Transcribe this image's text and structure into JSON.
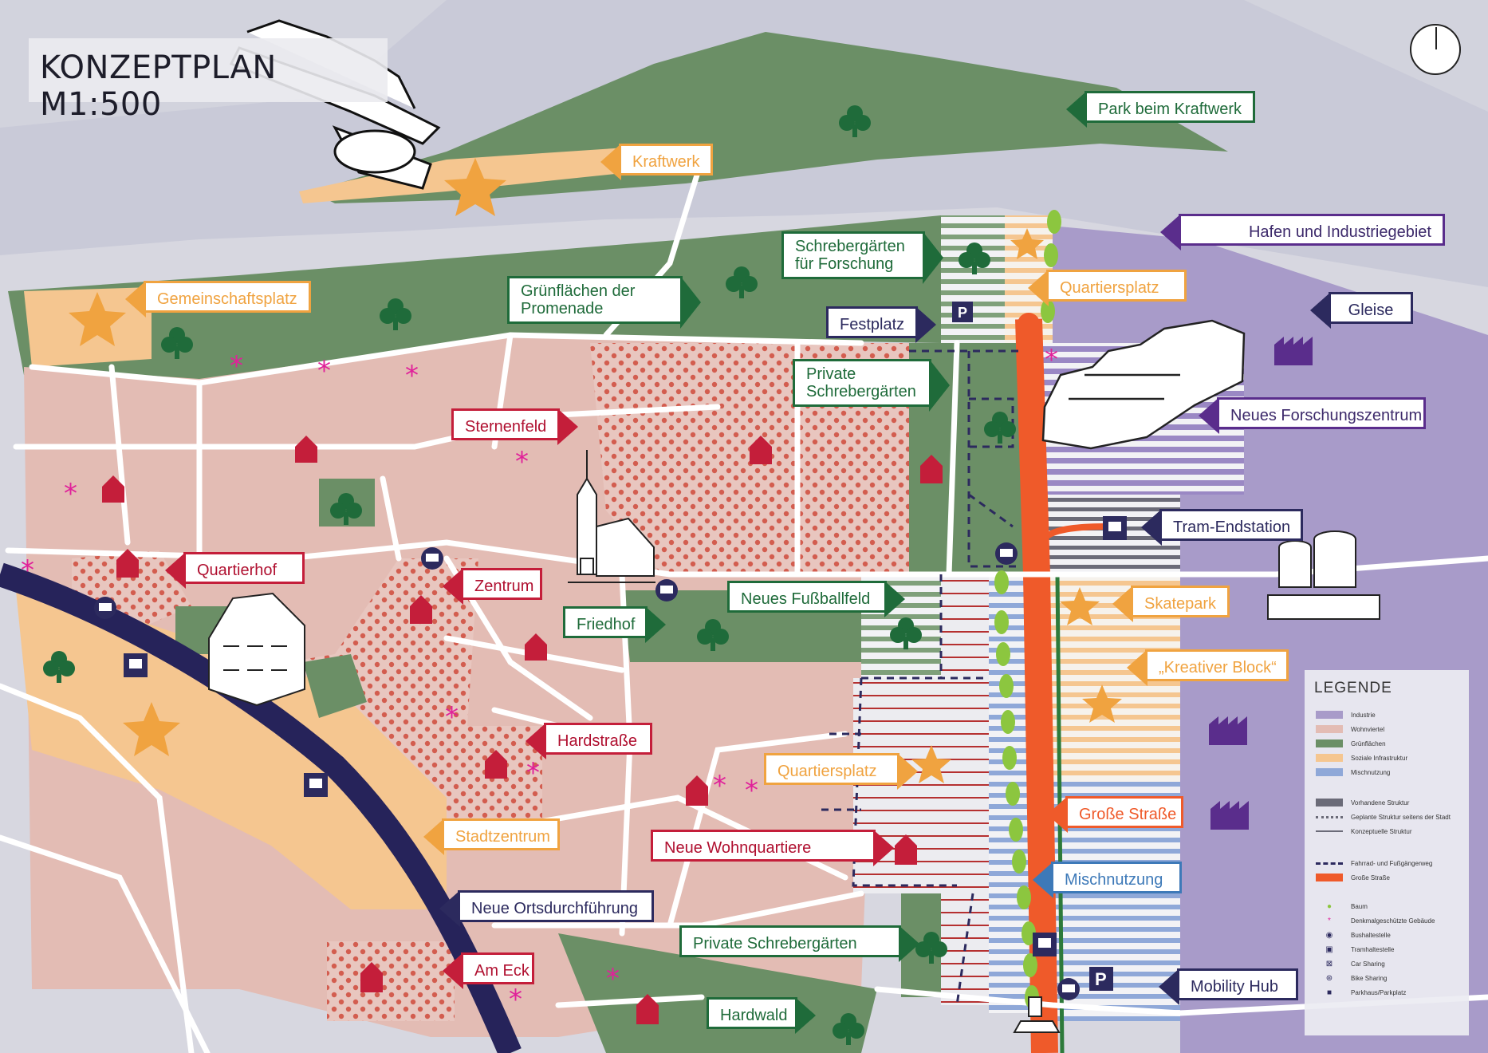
{
  "title": "KONZEPTPLAN M1:500",
  "labels": {
    "park_kraftwerk": "Park beim Kraftwerk",
    "kraftwerk": "Kraftwerk",
    "hafen": "Hafen und Industriegebiet",
    "schreber_forschung_1": "Schrebergärten",
    "schreber_forschung_2": "für Forschung",
    "quartiersplatz_top": "Quartiersplatz",
    "gemeinschaftsplatz": "Gemeinschaftsplatz",
    "gruenflaechen_1": "Grünflächen der",
    "gruenflaechen_2": "Promenade",
    "gleise": "Gleise",
    "festplatz": "Festplatz",
    "private_schreber_1": "Private",
    "private_schreber_2": "Schrebergärten",
    "neues_forschungszentrum": "Neues Forschungszentrum",
    "sternenfeld": "Sternenfeld",
    "tram_endstation": "Tram-Endstation",
    "quartierhof": "Quartierhof",
    "zentrum": "Zentrum",
    "neues_fussballfeld": "Neues Fußballfeld",
    "skatepark": "Skatepark",
    "friedhof": "Friedhof",
    "kreativer_block": "„Kreativer Block“",
    "hardstrasse": "Hardstraße",
    "quartiersplatz_mid": "Quartiersplatz",
    "grosse_strasse": "Große Straße",
    "stadtzentrum": "Stadtzentrum",
    "neue_wohnquartiere": "Neue Wohnquartiere",
    "mischnutzung": "Mischnutzung",
    "neue_ortsdurchfuehrung": "Neue Ortsdurchführung",
    "private_schrebergaerten": "Private Schrebergärten",
    "am_eck": "Am Eck",
    "mobility_hub": "Mobility Hub",
    "hardwald": "Hardwald"
  },
  "legend": {
    "title": "LEGENDE",
    "items": [
      {
        "label": "Industrie",
        "color": "#a89bc9"
      },
      {
        "label": "Wohnviertel",
        "color": "#e3bcb4"
      },
      {
        "label": "Grünflächen",
        "color": "#6b8f66"
      },
      {
        "label": "Soziale Infrastruktur",
        "color": "#f5c690"
      },
      {
        "label": "Mischnutzung",
        "color": "#8fa8d8"
      },
      {
        "label": "Vorhandene Struktur",
        "color": "#6b6b78"
      },
      {
        "label": "Geplante Struktur seitens der Stadt",
        "color": "#6b6b78"
      },
      {
        "label": "Konzeptuelle Struktur",
        "color": "#6b6b78"
      },
      {
        "label": "Fahrrad- und Fußgängerweg",
        "color": "#2c2a5e"
      },
      {
        "label": "Große Straße",
        "color": "#ef5a2a"
      },
      {
        "label": "Baum",
        "color": "#8cc63f"
      },
      {
        "label": "Denkmalgeschützte Gebäude",
        "color": "#e0219a"
      },
      {
        "label": "Bushaltestelle",
        "color": "#2c2a5e"
      },
      {
        "label": "Tramhaltestelle",
        "color": "#2c2a5e"
      },
      {
        "label": "Car Sharing",
        "color": "#2c2a5e"
      },
      {
        "label": "Bike Sharing",
        "color": "#2c2a5e"
      },
      {
        "label": "Parkhaus/Parkplatz",
        "color": "#2c2a5e"
      }
    ]
  },
  "icons": {
    "parking": "P"
  }
}
